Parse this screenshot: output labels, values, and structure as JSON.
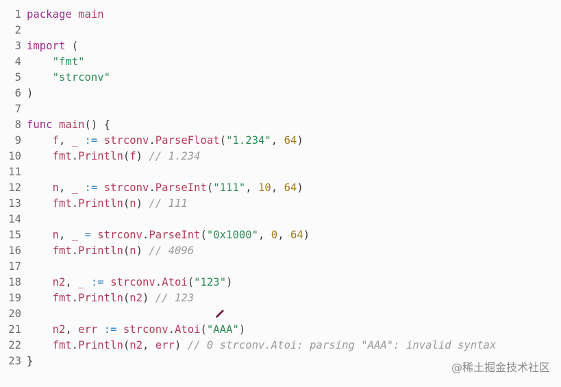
{
  "colors": {
    "keyword": "#a02c8c",
    "identifier": "#b13a5a",
    "string": "#2e8b57",
    "number": "#a0781a",
    "operator": "#2e86c1",
    "comment": "#9a9a9a",
    "line_number": "#6b6b6b"
  },
  "lines": [
    {
      "n": "1",
      "tokens": [
        {
          "t": "kw",
          "v": "package"
        },
        {
          "t": "pl",
          "v": " "
        },
        {
          "t": "fn",
          "v": "main"
        }
      ]
    },
    {
      "n": "2",
      "tokens": []
    },
    {
      "n": "3",
      "tokens": [
        {
          "t": "kw",
          "v": "import"
        },
        {
          "t": "pl",
          "v": " ("
        }
      ]
    },
    {
      "n": "4",
      "tokens": [
        {
          "t": "pl",
          "v": "    "
        },
        {
          "t": "str",
          "v": "\"fmt\""
        }
      ]
    },
    {
      "n": "5",
      "tokens": [
        {
          "t": "pl",
          "v": "    "
        },
        {
          "t": "str",
          "v": "\"strconv\""
        }
      ]
    },
    {
      "n": "6",
      "tokens": [
        {
          "t": "pl",
          "v": ")"
        }
      ]
    },
    {
      "n": "7",
      "tokens": []
    },
    {
      "n": "8",
      "tokens": [
        {
          "t": "kw",
          "v": "func"
        },
        {
          "t": "pl",
          "v": " "
        },
        {
          "t": "fn",
          "v": "main"
        },
        {
          "t": "pl",
          "v": "() {"
        }
      ]
    },
    {
      "n": "9",
      "tokens": [
        {
          "t": "pl",
          "v": "    "
        },
        {
          "t": "id",
          "v": "f"
        },
        {
          "t": "pl",
          "v": ", "
        },
        {
          "t": "id",
          "v": "_"
        },
        {
          "t": "pl",
          "v": " "
        },
        {
          "t": "op",
          "v": ":="
        },
        {
          "t": "pl",
          "v": " "
        },
        {
          "t": "id",
          "v": "strconv"
        },
        {
          "t": "pl",
          "v": "."
        },
        {
          "t": "id",
          "v": "ParseFloat"
        },
        {
          "t": "pl",
          "v": "("
        },
        {
          "t": "str",
          "v": "\"1.234\""
        },
        {
          "t": "pl",
          "v": ", "
        },
        {
          "t": "num",
          "v": "64"
        },
        {
          "t": "pl",
          "v": ")"
        }
      ]
    },
    {
      "n": "10",
      "tokens": [
        {
          "t": "pl",
          "v": "    "
        },
        {
          "t": "id",
          "v": "fmt"
        },
        {
          "t": "pl",
          "v": "."
        },
        {
          "t": "id",
          "v": "Println"
        },
        {
          "t": "pl",
          "v": "("
        },
        {
          "t": "id",
          "v": "f"
        },
        {
          "t": "pl",
          "v": ") "
        },
        {
          "t": "cm",
          "v": "// 1.234"
        }
      ]
    },
    {
      "n": "11",
      "tokens": []
    },
    {
      "n": "12",
      "tokens": [
        {
          "t": "pl",
          "v": "    "
        },
        {
          "t": "id",
          "v": "n"
        },
        {
          "t": "pl",
          "v": ", "
        },
        {
          "t": "id",
          "v": "_"
        },
        {
          "t": "pl",
          "v": " "
        },
        {
          "t": "op",
          "v": ":="
        },
        {
          "t": "pl",
          "v": " "
        },
        {
          "t": "id",
          "v": "strconv"
        },
        {
          "t": "pl",
          "v": "."
        },
        {
          "t": "id",
          "v": "ParseInt"
        },
        {
          "t": "pl",
          "v": "("
        },
        {
          "t": "str",
          "v": "\"111\""
        },
        {
          "t": "pl",
          "v": ", "
        },
        {
          "t": "num",
          "v": "10"
        },
        {
          "t": "pl",
          "v": ", "
        },
        {
          "t": "num",
          "v": "64"
        },
        {
          "t": "pl",
          "v": ")"
        }
      ]
    },
    {
      "n": "13",
      "tokens": [
        {
          "t": "pl",
          "v": "    "
        },
        {
          "t": "id",
          "v": "fmt"
        },
        {
          "t": "pl",
          "v": "."
        },
        {
          "t": "id",
          "v": "Println"
        },
        {
          "t": "pl",
          "v": "("
        },
        {
          "t": "id",
          "v": "n"
        },
        {
          "t": "pl",
          "v": ") "
        },
        {
          "t": "cm",
          "v": "// 111"
        }
      ]
    },
    {
      "n": "14",
      "tokens": []
    },
    {
      "n": "15",
      "tokens": [
        {
          "t": "pl",
          "v": "    "
        },
        {
          "t": "id",
          "v": "n"
        },
        {
          "t": "pl",
          "v": ", "
        },
        {
          "t": "id",
          "v": "_"
        },
        {
          "t": "pl",
          "v": " "
        },
        {
          "t": "op",
          "v": "="
        },
        {
          "t": "pl",
          "v": " "
        },
        {
          "t": "id",
          "v": "strconv"
        },
        {
          "t": "pl",
          "v": "."
        },
        {
          "t": "id",
          "v": "ParseInt"
        },
        {
          "t": "pl",
          "v": "("
        },
        {
          "t": "str",
          "v": "\"0x1000\""
        },
        {
          "t": "pl",
          "v": ", "
        },
        {
          "t": "num",
          "v": "0"
        },
        {
          "t": "pl",
          "v": ", "
        },
        {
          "t": "num",
          "v": "64"
        },
        {
          "t": "pl",
          "v": ")"
        }
      ]
    },
    {
      "n": "16",
      "tokens": [
        {
          "t": "pl",
          "v": "    "
        },
        {
          "t": "id",
          "v": "fmt"
        },
        {
          "t": "pl",
          "v": "."
        },
        {
          "t": "id",
          "v": "Println"
        },
        {
          "t": "pl",
          "v": "("
        },
        {
          "t": "id",
          "v": "n"
        },
        {
          "t": "pl",
          "v": ") "
        },
        {
          "t": "cm",
          "v": "// 4096"
        }
      ]
    },
    {
      "n": "17",
      "tokens": []
    },
    {
      "n": "18",
      "tokens": [
        {
          "t": "pl",
          "v": "    "
        },
        {
          "t": "id",
          "v": "n2"
        },
        {
          "t": "pl",
          "v": ", "
        },
        {
          "t": "id",
          "v": "_"
        },
        {
          "t": "pl",
          "v": " "
        },
        {
          "t": "op",
          "v": ":="
        },
        {
          "t": "pl",
          "v": " "
        },
        {
          "t": "id",
          "v": "strconv"
        },
        {
          "t": "pl",
          "v": "."
        },
        {
          "t": "id",
          "v": "Atoi"
        },
        {
          "t": "pl",
          "v": "("
        },
        {
          "t": "str",
          "v": "\"123\""
        },
        {
          "t": "pl",
          "v": ")"
        }
      ]
    },
    {
      "n": "19",
      "tokens": [
        {
          "t": "pl",
          "v": "    "
        },
        {
          "t": "id",
          "v": "fmt"
        },
        {
          "t": "pl",
          "v": "."
        },
        {
          "t": "id",
          "v": "Println"
        },
        {
          "t": "pl",
          "v": "("
        },
        {
          "t": "id",
          "v": "n2"
        },
        {
          "t": "pl",
          "v": ") "
        },
        {
          "t": "cm",
          "v": "// 123"
        }
      ]
    },
    {
      "n": "20",
      "tokens": []
    },
    {
      "n": "21",
      "tokens": [
        {
          "t": "pl",
          "v": "    "
        },
        {
          "t": "id",
          "v": "n2"
        },
        {
          "t": "pl",
          "v": ", "
        },
        {
          "t": "id",
          "v": "err"
        },
        {
          "t": "pl",
          "v": " "
        },
        {
          "t": "op",
          "v": ":="
        },
        {
          "t": "pl",
          "v": " "
        },
        {
          "t": "id",
          "v": "strconv"
        },
        {
          "t": "pl",
          "v": "."
        },
        {
          "t": "id",
          "v": "Atoi"
        },
        {
          "t": "pl",
          "v": "("
        },
        {
          "t": "str",
          "v": "\"AAA\""
        },
        {
          "t": "pl",
          "v": ")"
        }
      ]
    },
    {
      "n": "22",
      "tokens": [
        {
          "t": "pl",
          "v": "    "
        },
        {
          "t": "id",
          "v": "fmt"
        },
        {
          "t": "pl",
          "v": "."
        },
        {
          "t": "id",
          "v": "Println"
        },
        {
          "t": "pl",
          "v": "("
        },
        {
          "t": "id",
          "v": "n2"
        },
        {
          "t": "pl",
          "v": ", "
        },
        {
          "t": "id",
          "v": "err"
        },
        {
          "t": "pl",
          "v": ") "
        },
        {
          "t": "cm",
          "v": "// 0 strconv.Atoi: parsing \"AAA\": invalid syntax"
        }
      ]
    },
    {
      "n": "23",
      "tokens": [
        {
          "t": "pl",
          "v": "}"
        }
      ]
    }
  ],
  "watermark": "@稀土掘金技术社区",
  "cursor_icon": "pen-cursor-icon"
}
